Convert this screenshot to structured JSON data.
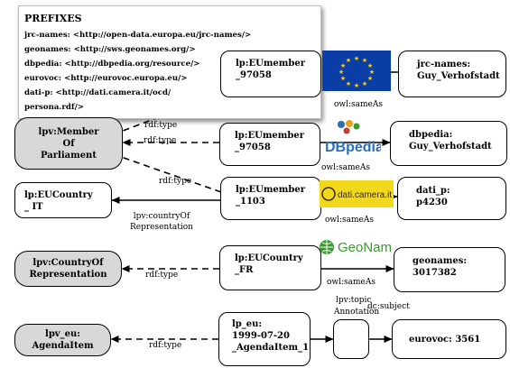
{
  "prefixes": {
    "title": "PREFIXES",
    "lines": [
      "jrc-names:     <http://open-data.europa.eu/jrc-names/>",
      "geonames:  <http://sws.geonames.org/>",
      "dbpedia: <http://dbpedia.org/resource/>",
      "eurovoc: <http://eurovoc.europa.eu/>",
      "dati-p: <http://dati.camera.it/ocd/",
      "persona.rdf/>"
    ]
  },
  "classes": {
    "member": "lpv:Member\nOf\nParliament",
    "eucountry": "lp:EUCountry\n_ IT",
    "country_of_rep": "lpv:CountryOf\nRepresentation",
    "agenda_item": "lpv_eu:\nAgendaItem"
  },
  "instances": {
    "member_a": "lp:EUmember\n_97058",
    "member_b": "lp:EUmember\n_97058",
    "member_c": "lp:EUmember\n_1103",
    "country_fr": "lp:EUCountry\n_FR",
    "agenda": "lp_eu:\n1999-07-20\n_AgendaItem_1",
    "blank": ""
  },
  "external": {
    "jrc": "jrc-names:\nGuy_Verhofstadt",
    "dbpedia": "dbpedia:\nGuy_Verhofstadt",
    "dati": "dati_p:\np4230",
    "geonames": "geonames:\n3017382",
    "eurovoc": "eurovoc: 3561"
  },
  "edge_labels": {
    "owl_1": "owl:sameAs",
    "owl_2": "owl:sameAs",
    "owl_3": "owl:sameAs",
    "owl_4": "owl:sameAs",
    "rdf_1": "rdf:type",
    "rdf_2": "rdf:type",
    "rdf_3": "rdf:type",
    "rdf_4": "rdf:type",
    "rdf_5": "rdf:type",
    "country_rep": "lpv:countryOf\nRepresentation",
    "topic": "lpv:topic",
    "annotation": "Annotation",
    "subject": "dc:subject"
  },
  "logos": {
    "eu_flag": "eu-flag-logo",
    "dbpedia": "DBpedia",
    "dati_camera": "dati.camera.it",
    "geonames": "GeoNames"
  },
  "colors": {
    "class_fill": "#d8d8d8",
    "eu_blue": "#0b3da6",
    "eu_star": "#f6d21a",
    "dati_yellow": "#f2d81b",
    "geonames_green": "#3a9a2f",
    "dbpedia_blue": "#2a6fb8"
  }
}
